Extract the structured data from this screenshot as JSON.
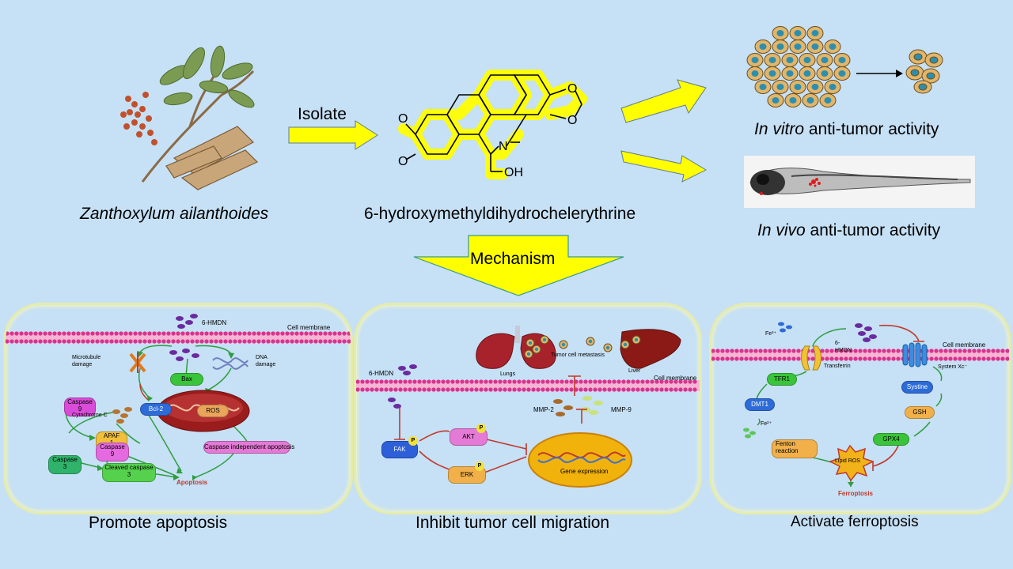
{
  "top": {
    "plant_name": "Zanthoxylum ailanthoides",
    "isolate_label": "Isolate",
    "compound_name": "6-hydroxymethyldihydrochelerythrine",
    "compound_atoms": {
      "o1": "O",
      "o2": "O",
      "o3": "O",
      "o4": "O",
      "n": "N",
      "oh": "OH"
    },
    "invitro_italic": "In vitro",
    "invitro_rest": " anti-tumor activity",
    "invivo_italic": "In vivo",
    "invivo_rest": " anti-tumor activity",
    "mechanism_label": "Mechanism"
  },
  "panel_apoptosis": {
    "caption": "Promote apoptosis",
    "drug": "6-HMDN",
    "membrane": "Cell membrane",
    "microtubule": "Microtubule\ndamage",
    "dna": "DNA\ndamage",
    "bax": "Bax",
    "bcl2": "Bcl-2",
    "ros": "ROS",
    "caspase9a": "Caspase\n9",
    "cytochrome": "Cytochrome C",
    "apaf": "APAF\n1",
    "caspase9b": "Caspase\n9",
    "caspase3": "Caspase\n3",
    "cleaved": "Cleaved caspase\n3",
    "indep": "Caspase independent apoptosis",
    "apoptosis": "Apoptosis"
  },
  "panel_migration": {
    "caption": "Inhibit tumor cell migration",
    "drug": "6-HMDN",
    "lungs": "Lungs",
    "metastasis": "Tumor cell metastasis",
    "liver": "Liver",
    "membrane": "Cell membrane",
    "mmp2": "MMP-2",
    "mmp9": "MMP-9",
    "fak": "FAK",
    "akt": "AKT",
    "erk": "ERK",
    "p": "P",
    "gene": "Gene expression"
  },
  "panel_ferroptosis": {
    "caption": "Activate ferroptosis",
    "fe3": "Fe³⁺",
    "drug": "6-\nHMDN",
    "membrane": "Cell membrane",
    "transferrin": "Transferrin",
    "systemxc": "System Xc⁻",
    "tfr1": "TFR1",
    "systine": "Systine",
    "dmt1": "DMT1",
    "gsh": "GSH",
    "fe2": "Fe²⁺",
    "gpx4": "GPX4",
    "fenton": "Fenton\nreaction",
    "lipidros": "Lipid ROS",
    "ferroptosis": "Ferroptosis"
  },
  "colors": {
    "background": "#c6e0f5",
    "arrow_yellow": "#ffff00",
    "highlight_yellow": "#ffff00",
    "membrane_pink": "#e87ab7",
    "green_arrow": "#2e9d3f",
    "inhibit_red": "#c0392b",
    "mito_red": "#9b1c1c"
  }
}
